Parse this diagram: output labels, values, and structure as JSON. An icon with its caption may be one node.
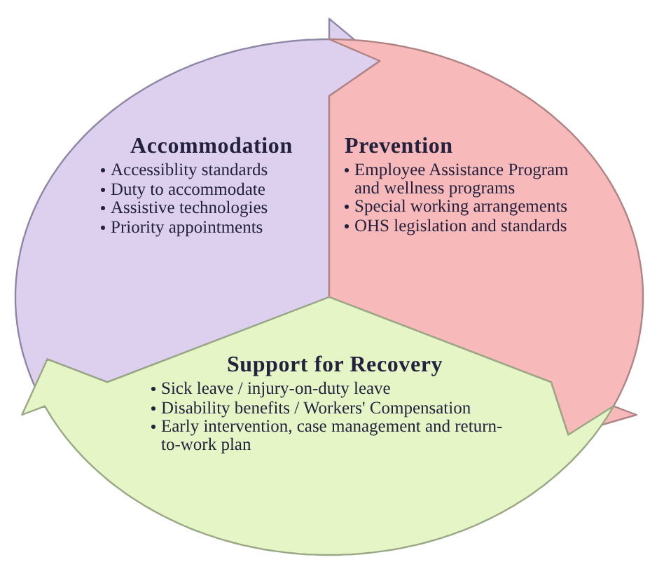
{
  "diagram": {
    "nodes": [
      {
        "text": [
          "Accommodation",
          "Accessiblity standards",
          "Duty to accommodate",
          "Assistive technologies",
          "Priority appointments"
        ]
      },
      {
        "text": [
          "Prevention",
          "Employee Assistance Program and wellness programs",
          "Special working arrangements",
          "OHS legislation and standards"
        ]
      },
      {
        "text": [
          "Support for Recovery",
          "Sick leave / injury-on-duty leave",
          "Disability benefits / Workers' Compensation",
          "Early intervention, case management and return-to-work plan"
        ]
      }
    ]
  }
}
